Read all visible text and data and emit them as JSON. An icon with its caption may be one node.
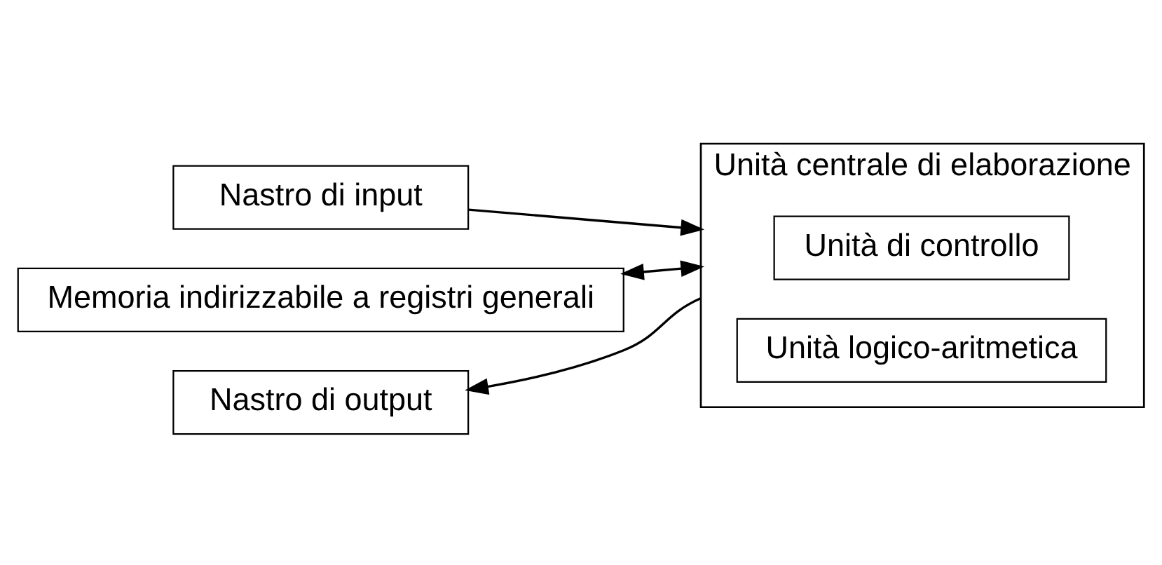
{
  "diagram": {
    "nodes": [
      {
        "text": [
          "Nastro di input"
        ]
      },
      {
        "text": [
          "Nastro di output"
        ]
      },
      {
        "text": [
          "Memoria indirizzabile a registri generali"
        ]
      },
      {
        "text": [
          "Unità centrale di elaborazione"
        ]
      },
      {
        "text": [
          "Unità di controllo"
        ],
        "in": 3
      },
      {
        "text": [
          "Unità logico-aritmetica"
        ],
        "in": 3
      }
    ],
    "edges": [
      {
        "from": 0,
        "to": 3,
        "arrow": "to"
      },
      {
        "from": 3,
        "to": 1,
        "arrow": "to"
      },
      {
        "from": 2,
        "to": 3,
        "arrow": "both"
      }
    ]
  }
}
